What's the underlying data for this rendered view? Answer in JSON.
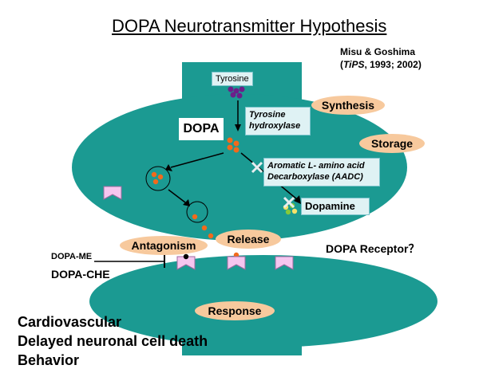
{
  "title": "DOPA Neurotransmitter Hypothesis",
  "citation": {
    "authors": "Misu & Goshima",
    "journal": "TiPS",
    "years": ", 1993; 2002)"
  },
  "labels": {
    "tyrosine": "Tyrosine",
    "tyrosine_hydroxylase_1": "Tyrosine",
    "tyrosine_hydroxylase_2": "hydroxylase",
    "dopa": "DOPA",
    "aadc_1": "Aromatic L- amino acid",
    "aadc_2": "Decarboxylase (AADC)",
    "dopamine": "Dopamine",
    "synthesis": "Synthesis",
    "storage": "Storage",
    "release": "Release",
    "antagonism": "Antagonism",
    "dopa_receptor": "DOPA Receptor？",
    "dopa_me": "DOPA-ME",
    "dopa_che": "DOPA-CHE",
    "response": "Response",
    "outcome_1": "Cardiovascular",
    "outcome_2": "Delayed neuronal cell death",
    "outcome_3": "Behavior"
  },
  "colors": {
    "neuron": "#1b9a92",
    "pill": "#f7c99d",
    "box": "#dff2f4",
    "dot_orange": "#f26a1b",
    "dot_purple": "#6b1f8a",
    "receptor": "#f5c6ef"
  }
}
